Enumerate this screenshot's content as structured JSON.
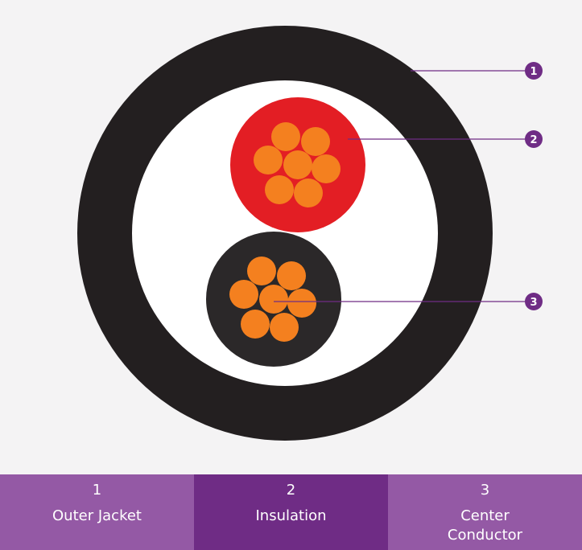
{
  "markers": [
    {
      "number": "1"
    },
    {
      "number": "2"
    },
    {
      "number": "3"
    }
  ],
  "legend": [
    {
      "number": "1",
      "label": "Outer Jacket"
    },
    {
      "number": "2",
      "label": "Insulation"
    },
    {
      "number": "3",
      "label": "Center Conductor"
    }
  ],
  "colors": {
    "background": "#f4f3f4",
    "outer_jacket": "#231f20",
    "filler": "#ffffff",
    "red_insulation": "#e31e24",
    "black_insulation": "#2b2829",
    "conductor_strand": "#f4801f",
    "accent_dark": "#6f2c85",
    "accent_light": "#9459a5"
  }
}
